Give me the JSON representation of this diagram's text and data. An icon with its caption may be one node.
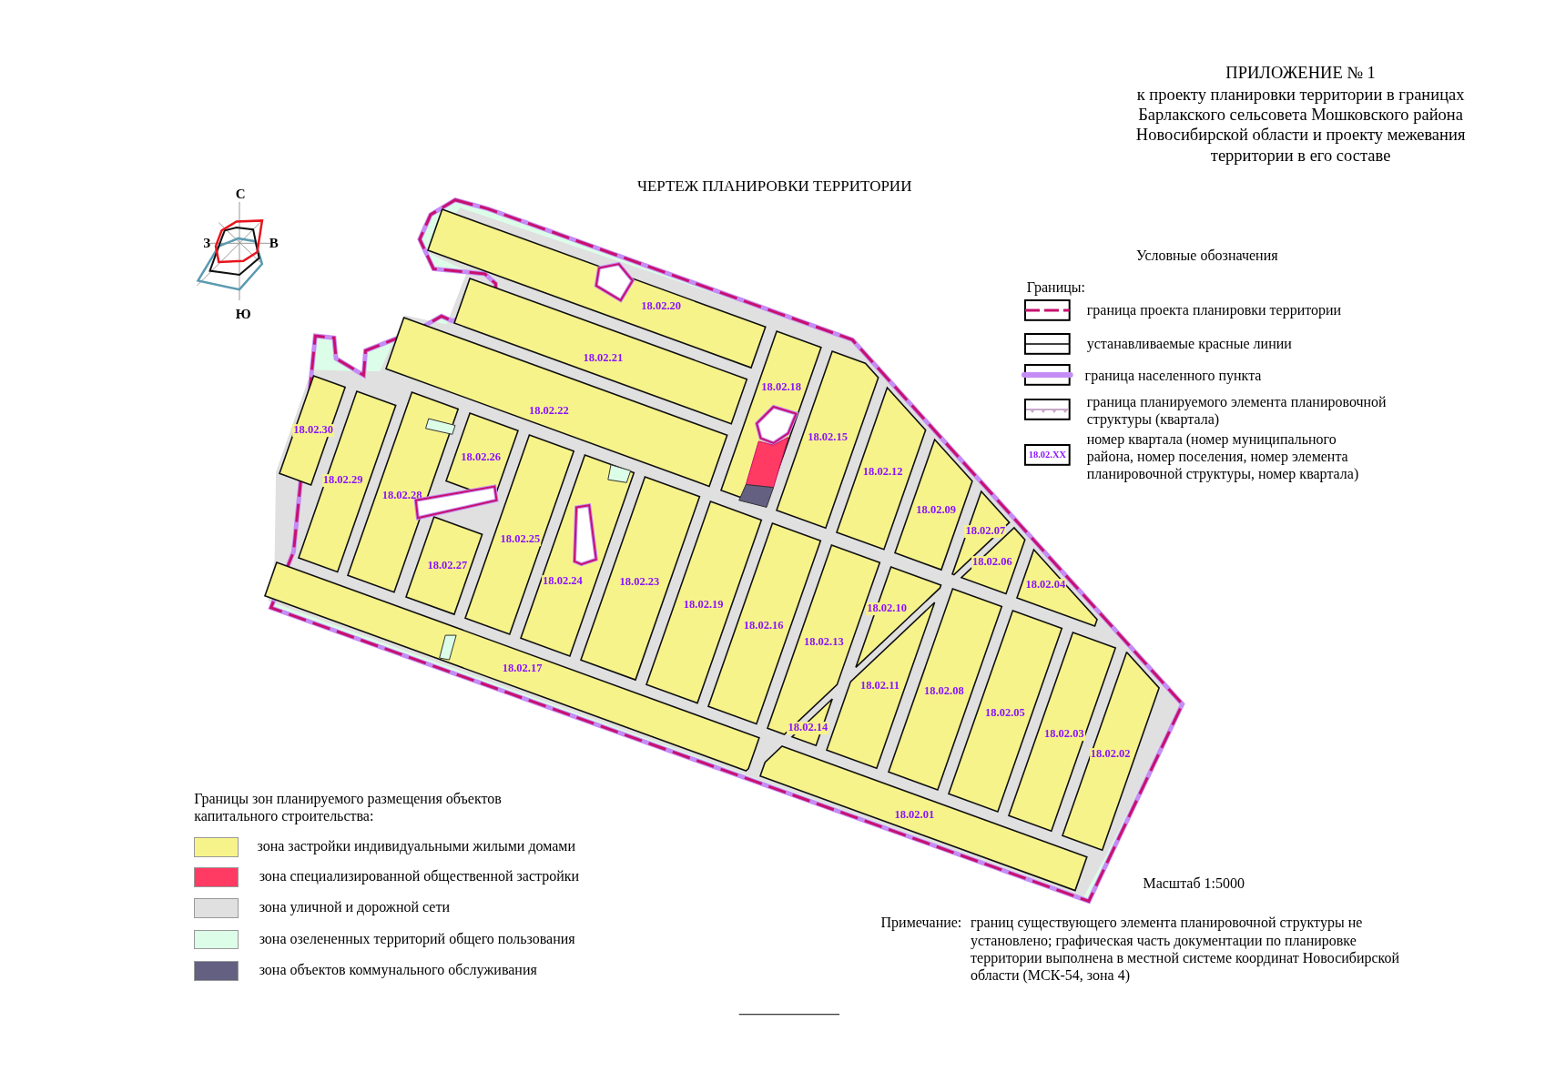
{
  "diagram": {
    "title": "ЧЕРТЕЖ ПЛАНИРОВКИ ТЕРРИТОРИИ",
    "nodes": [
      {
        "text": [
          "18.02.20"
        ]
      },
      {
        "text": [
          "18.02.21"
        ]
      },
      {
        "text": [
          "18.02.18"
        ]
      },
      {
        "text": [
          "18.02.22"
        ]
      },
      {
        "text": [
          "18.02.30"
        ]
      },
      {
        "text": [
          "18.02.15"
        ]
      },
      {
        "text": [
          "18.02.26"
        ]
      },
      {
        "text": [
          "18.02.12"
        ]
      },
      {
        "text": [
          "18.02.29"
        ]
      },
      {
        "text": [
          "18.02.28"
        ]
      },
      {
        "text": [
          "18.02.09"
        ]
      },
      {
        "text": [
          "18.02.07"
        ]
      },
      {
        "text": [
          "18.02.25"
        ]
      },
      {
        "text": [
          "18.02.06"
        ]
      },
      {
        "text": [
          "18.02.27"
        ]
      },
      {
        "text": [
          "18.02.24"
        ]
      },
      {
        "text": [
          "18.02.23"
        ]
      },
      {
        "text": [
          "18.02.04"
        ]
      },
      {
        "text": [
          "18.02.19"
        ]
      },
      {
        "text": [
          "18.02.10"
        ]
      },
      {
        "text": [
          "18.02.16"
        ]
      },
      {
        "text": [
          "18.02.13"
        ]
      },
      {
        "text": [
          "18.02.17"
        ]
      },
      {
        "text": [
          "18.02.11"
        ]
      },
      {
        "text": [
          "18.02.08"
        ]
      },
      {
        "text": [
          "18.02.05"
        ]
      },
      {
        "text": [
          "18.02.14"
        ]
      },
      {
        "text": [
          "18.02.03"
        ]
      },
      {
        "text": [
          "18.02.02"
        ]
      },
      {
        "text": [
          "18.02.01"
        ]
      }
    ],
    "labels": [
      "ПРИЛОЖЕНИЕ № 1",
      "к проекту планировки территории в границах Барлакского сельсовета Мошковского района Новосибирской области и проекту межевания территории в его составе",
      "С",
      "З",
      "В",
      "Ю",
      "Условные обозначения",
      "Границы:",
      "18.02.XX",
      "Границы зон планируемого размещения объектов капитального строительства:",
      "Масштаб 1:5000",
      "Примечание:",
      "границ существующего элемента планировочной структуры не установлено; графическая часть документации по планировке территории выполнена в местной системе координат Новосибирской области (МСК-54, зона 4)"
    ],
    "legend": [
      {
        "text": "граница проекта планировки территории"
      },
      {
        "text": "устанавливаемые красные линии"
      },
      {
        "text": "граница  населенного пункта"
      },
      {
        "text": "граница планируемого элемента планировочной структуры (квартала)"
      },
      {
        "text": "номер квартала (номер муниципального района, номер поселения, номер элемента планировочной структуры, номер квартала)"
      },
      {
        "text": "зона застройки индивидуальными жилыми домами",
        "color": "#f7f38b"
      },
      {
        "text": "зона специализированной общественной застройки",
        "color": "#ff3b63"
      },
      {
        "text": "зона уличной и дорожной сети",
        "color": "#e0e0e0"
      },
      {
        "text": "зона озелененных территорий общего пользования",
        "color": "#dcfde8"
      },
      {
        "text": "зона объектов коммунального обслуживания",
        "color": "#636082"
      }
    ]
  }
}
